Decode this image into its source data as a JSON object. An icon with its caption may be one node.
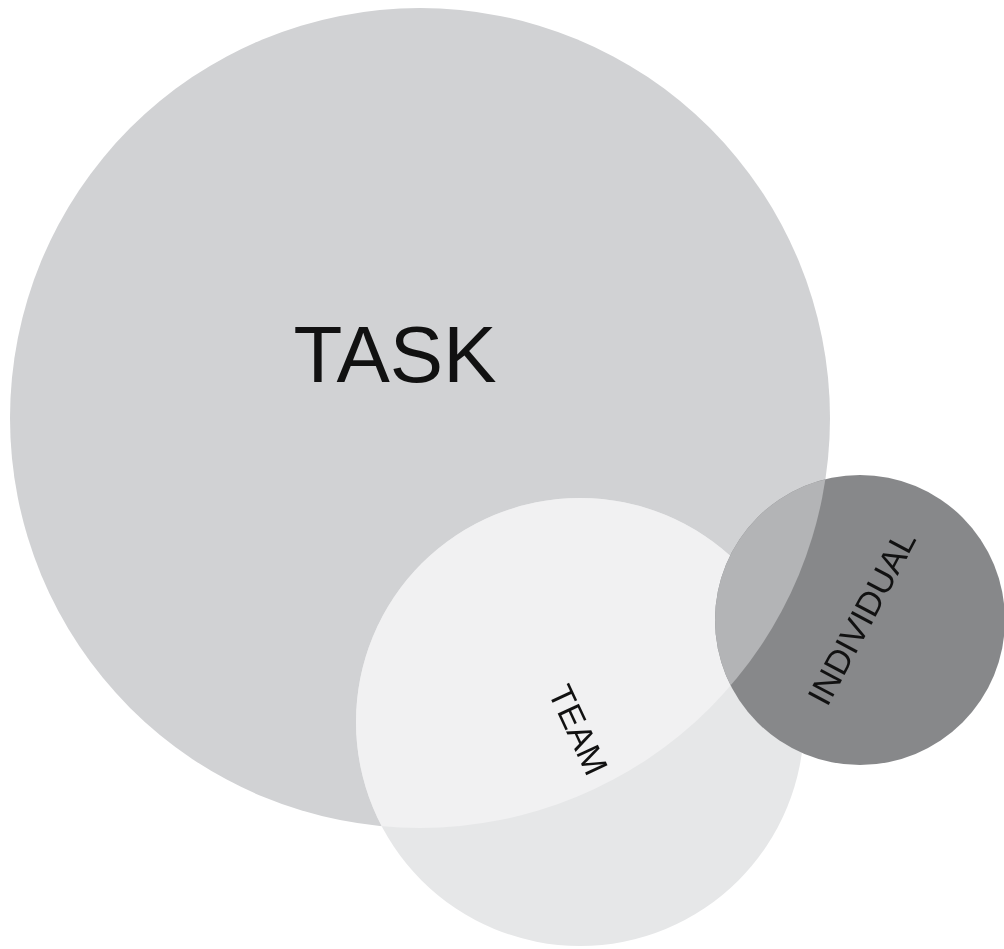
{
  "diagram": {
    "nodes": [
      {
        "text": [
          "TASK"
        ]
      },
      {
        "text": [
          "TEAM"
        ]
      },
      {
        "text": [
          "INDIVIDUAL"
        ]
      }
    ]
  }
}
